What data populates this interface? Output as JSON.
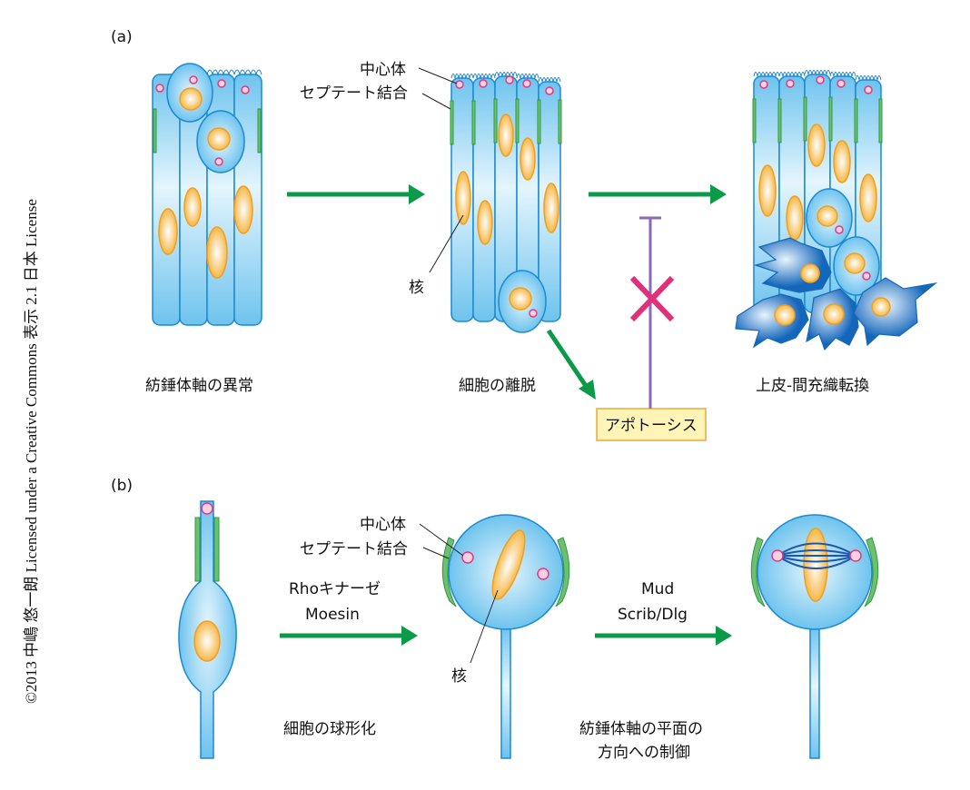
{
  "copyright": "©2013 中嶋 悠一朗 Licensed under a Creative Commons 表示 2.1 日本 License",
  "panel_a": {
    "label": "(a)",
    "centrosome": "中心体",
    "septate_junction": "セプテート結合",
    "nucleus": "核",
    "caption_1": "紡錘体軸の異常",
    "caption_2": "細胞の離脱",
    "caption_3": "上皮-間充織転換",
    "apoptosis": "アポトーシス"
  },
  "panel_b": {
    "label": "(b)",
    "centrosome": "中心体",
    "septate_junction": "セプテート結合",
    "nucleus": "核",
    "arrow1_line1": "Rhoキナーゼ",
    "arrow1_line2": "Moesin",
    "arrow2_line1": "Mud",
    "arrow2_line2": "Scrib/Dlg",
    "caption_1": "細胞の球形化",
    "caption_2_line1": "紡錘体軸の平面の",
    "caption_2_line2": "方向への制御"
  },
  "colors": {
    "cell": "#7fcbf0",
    "nucleus": "#f5b040",
    "centrosome": "#e23a80",
    "septate_junction": "#3aaa4a",
    "arrow": "#0b9a48",
    "inhibition_cross": "#e0307a",
    "inhibition_line": "#8a6ab0",
    "emt_cell": "#1a6fc0"
  }
}
